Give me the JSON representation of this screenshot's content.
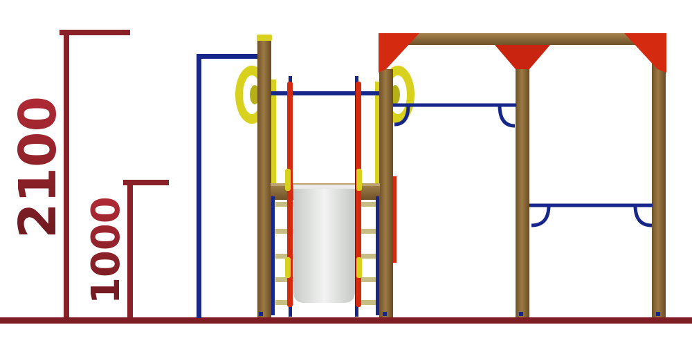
{
  "dimensions": {
    "total_height_label": "2100",
    "deck_height_label": "1000"
  },
  "colors": {
    "dimension": "#7e1e24",
    "dimension_light": "#a3232e",
    "wood": "#8a6a3a",
    "wood_dark": "#6a4e26",
    "steel_blue": "#16268a",
    "red": "#d42a10",
    "yellow": "#d8d21e",
    "slide": "#d9dbd9"
  },
  "components": [
    "dimension-marker-2100",
    "dimension-marker-1000",
    "ground-line",
    "side-pole",
    "tower",
    "slide",
    "ladder",
    "steering-wheel",
    "monkey-bars-frame",
    "hanging-bars"
  ]
}
